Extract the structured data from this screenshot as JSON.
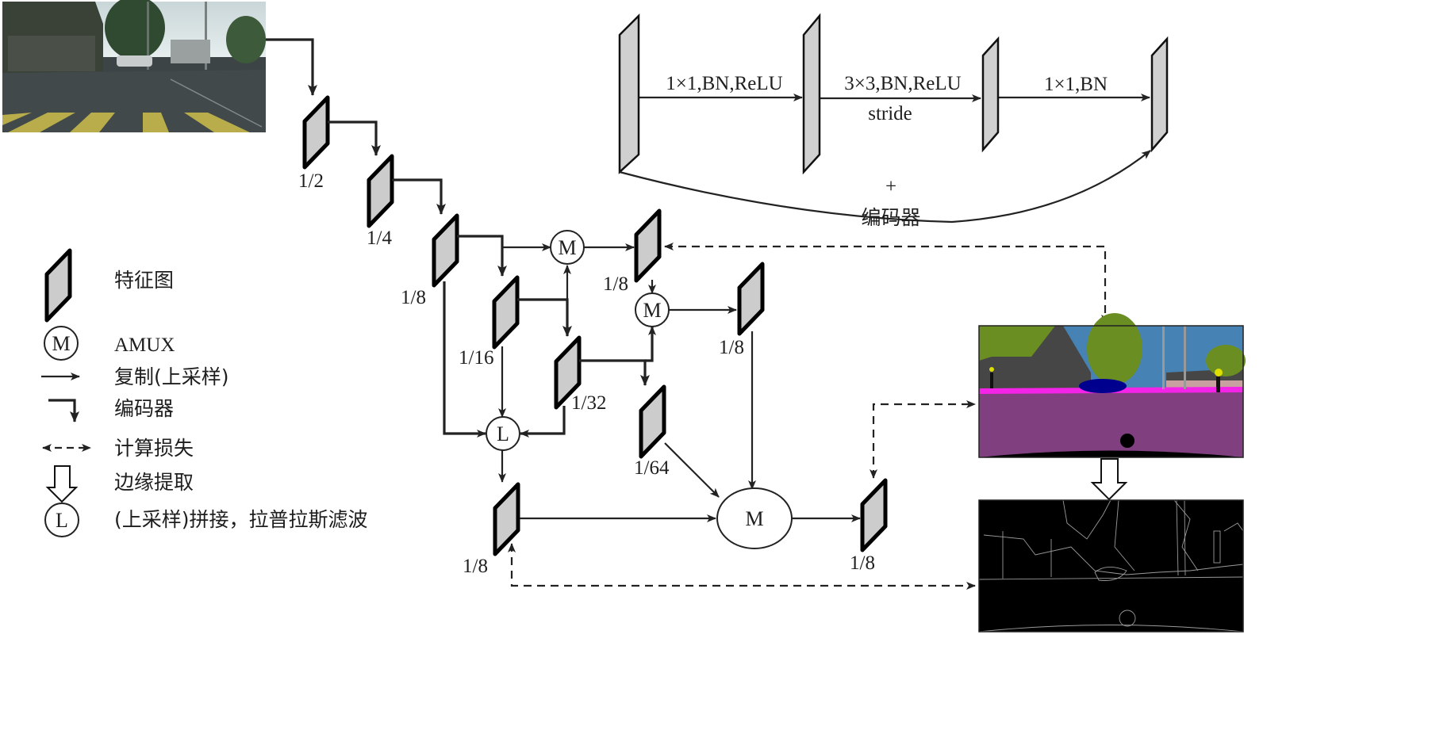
{
  "encoder_block": {
    "ops": [
      {
        "label": "1×1,BN,ReLU",
        "sub": ""
      },
      {
        "label": "3×3,BN,ReLU",
        "sub": "stride"
      },
      {
        "label": "1×1,BN",
        "sub": ""
      }
    ],
    "residual_symbol": "+",
    "title": "编码器"
  },
  "scales": {
    "s1": "1/2",
    "s2": "1/4",
    "s3": "1/8",
    "s4": "1/16",
    "s5": "1/32",
    "s6": "1/64",
    "amux_top_out": "1/8",
    "amux_mid_out": "1/8",
    "lap_out": "1/8",
    "final_out": "1/8"
  },
  "nodes": {
    "amux": "M",
    "laplacian": "L"
  },
  "legend": {
    "items": [
      {
        "icon": "feature-map-icon",
        "label": "特征图"
      },
      {
        "icon": "amux-node-icon",
        "symbol": "M",
        "label": "AMUX"
      },
      {
        "icon": "arrow-right-icon",
        "label": "复制(上采样)"
      },
      {
        "icon": "encoder-arrow-icon",
        "label": "编码器"
      },
      {
        "icon": "dashed-double-arrow-icon",
        "label": "计算损失"
      },
      {
        "icon": "hollow-down-arrow-icon",
        "label": "边缘提取"
      },
      {
        "icon": "laplacian-node-icon",
        "symbol": "L",
        "label": "(上采样)拼接，拉普拉斯滤波"
      }
    ]
  },
  "images": {
    "input": "street-scene-input-image",
    "segmentation": "semantic-segmentation-ground-truth",
    "edges": "edge-map-ground-truth"
  },
  "colors": {
    "feature_fill": "#cccccc",
    "line": "#222222",
    "seg_road": "#804080",
    "seg_sidewalk": "#f423e8",
    "seg_vegetation": "#6b8e23",
    "seg_sky": "#4682b4",
    "seg_building": "#464646",
    "seg_car": "#00008e",
    "seg_wall": "#c8a0a0"
  }
}
